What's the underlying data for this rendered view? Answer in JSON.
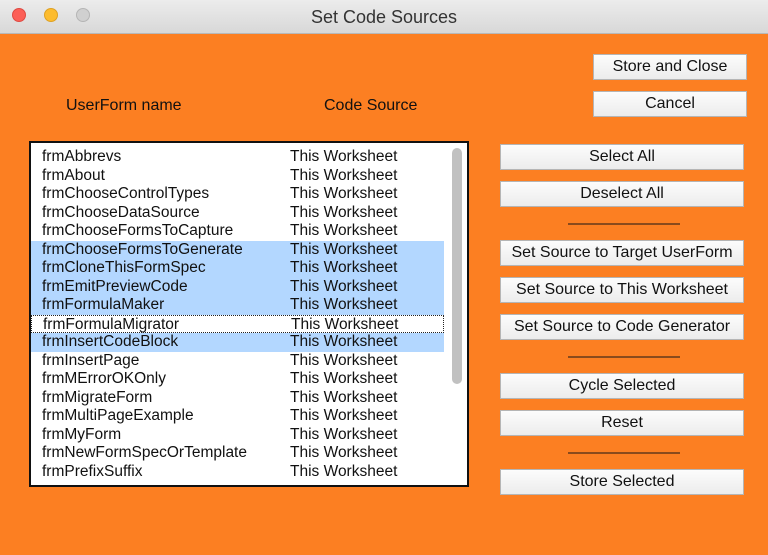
{
  "window": {
    "title": "Set Code Sources"
  },
  "headers": {
    "name": "UserForm name",
    "source": "Code Source"
  },
  "buttons": {
    "store_and_close": "Store and Close",
    "cancel": "Cancel",
    "select_all": "Select All",
    "deselect_all": "Deselect All",
    "set_target": "Set Source to Target UserForm",
    "set_worksheet": "Set Source to This Worksheet",
    "set_generator": "Set Source to Code Generator",
    "cycle_selected": "Cycle Selected",
    "reset": "Reset",
    "store_selected": "Store Selected"
  },
  "list": {
    "rows": [
      {
        "name": "frmAbbrevs",
        "source": "This Worksheet",
        "selected": false,
        "focused": false
      },
      {
        "name": "frmAbout",
        "source": "This Worksheet",
        "selected": false,
        "focused": false
      },
      {
        "name": "frmChooseControlTypes",
        "source": "This Worksheet",
        "selected": false,
        "focused": false
      },
      {
        "name": "frmChooseDataSource",
        "source": "This Worksheet",
        "selected": false,
        "focused": false
      },
      {
        "name": "frmChooseFormsToCapture",
        "source": "This Worksheet",
        "selected": false,
        "focused": false
      },
      {
        "name": "frmChooseFormsToGenerate",
        "source": "This Worksheet",
        "selected": true,
        "focused": false
      },
      {
        "name": "frmCloneThisFormSpec",
        "source": "This Worksheet",
        "selected": true,
        "focused": false
      },
      {
        "name": "frmEmitPreviewCode",
        "source": "This Worksheet",
        "selected": true,
        "focused": false
      },
      {
        "name": "frmFormulaMaker",
        "source": "This Worksheet",
        "selected": true,
        "focused": false
      },
      {
        "name": "frmFormulaMigrator",
        "source": "This Worksheet",
        "selected": false,
        "focused": true
      },
      {
        "name": "frmInsertCodeBlock",
        "source": "This Worksheet",
        "selected": true,
        "focused": false
      },
      {
        "name": "frmInsertPage",
        "source": "This Worksheet",
        "selected": false,
        "focused": false
      },
      {
        "name": "frmMErrorOKOnly",
        "source": "This Worksheet",
        "selected": false,
        "focused": false
      },
      {
        "name": "frmMigrateForm",
        "source": "This Worksheet",
        "selected": false,
        "focused": false
      },
      {
        "name": "frmMultiPageExample",
        "source": "This Worksheet",
        "selected": false,
        "focused": false
      },
      {
        "name": "frmMyForm",
        "source": "This Worksheet",
        "selected": false,
        "focused": false
      },
      {
        "name": "frmNewFormSpecOrTemplate",
        "source": "This Worksheet",
        "selected": false,
        "focused": false
      },
      {
        "name": "frmPrefixSuffix",
        "source": "This Worksheet",
        "selected": false,
        "focused": false
      }
    ]
  },
  "colors": {
    "background": "#fc7f22",
    "selection": "#b3d7ff"
  }
}
